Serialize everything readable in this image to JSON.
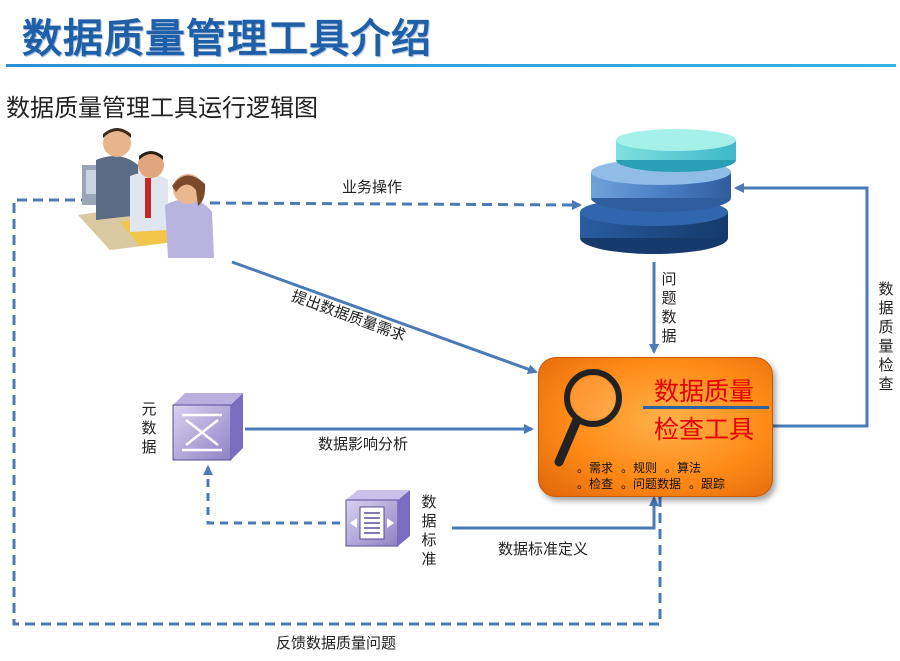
{
  "page": {
    "title": "数据质量管理工具介绍",
    "subtitle": "数据质量管理工具运行逻辑图"
  },
  "labels": {
    "business_op": "业务操作",
    "propose_req": "提出数据质量需求",
    "problem_data": [
      "问",
      "题",
      "数",
      "据"
    ],
    "quality_check": [
      "数",
      "据",
      "质",
      "量",
      "检",
      "查"
    ],
    "metadata": [
      "元",
      "数",
      "据"
    ],
    "impact_analysis": "数据影响分析",
    "data_standard": [
      "数",
      "据",
      "标",
      "准"
    ],
    "standard_def": "数据标准定义",
    "feedback": "反馈数据质量问题"
  },
  "tool": {
    "title_line1": "数据质量",
    "title_line2": "检查工具",
    "items_row1": [
      "需求",
      "规则",
      "算法"
    ],
    "items_row2": [
      "检查",
      "问题数据",
      "跟踪"
    ]
  },
  "icons": {
    "people": "business-people-icon",
    "database": "database-stack-icon",
    "metadata": "metadata-switch-icon",
    "standard": "document-list-icon",
    "magnifier": "magnifying-glass-icon"
  },
  "colors": {
    "title": "#1f5fa8",
    "arrow": "#4a7bb7",
    "tool_fill": "#ff8a16",
    "tool_title": "#e30000"
  }
}
